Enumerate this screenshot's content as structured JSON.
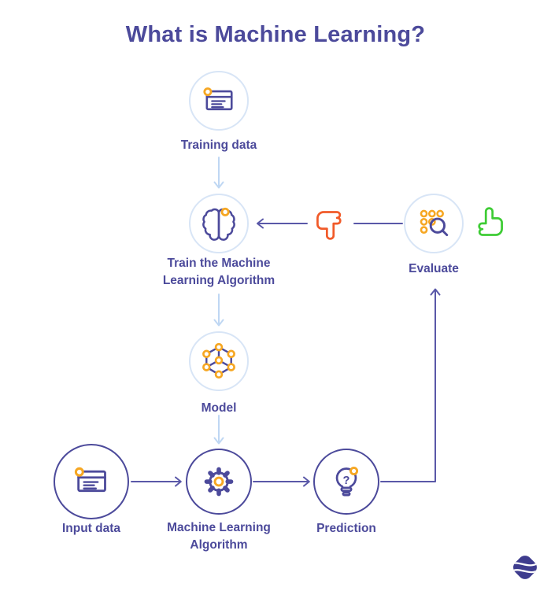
{
  "title": "What is Machine Learning?",
  "nodes": {
    "training_data": {
      "label": "Training data",
      "icon": "window-icon"
    },
    "train": {
      "label": "Train the Machine Learning Algorithm",
      "icon": "brain-icon"
    },
    "evaluate": {
      "label": "Evaluate",
      "icon": "dots-magnifier-icon"
    },
    "model": {
      "label": "Model",
      "icon": "network-cube-icon"
    },
    "input_data": {
      "label": "Input data",
      "icon": "window-icon"
    },
    "ml_algorithm": {
      "label": "Machine Learning Algorithm",
      "icon": "gear-icon"
    },
    "prediction": {
      "label": "Prediction",
      "icon": "lightbulb-question-icon",
      "glyph": "?"
    }
  },
  "feedback": {
    "negative_icon": "thumbs-down-icon",
    "positive_icon": "thumbs-up-icon"
  },
  "flow": [
    {
      "from": "Training data",
      "to": "Train the Machine Learning Algorithm"
    },
    {
      "from": "Train the Machine Learning Algorithm",
      "to": "Model"
    },
    {
      "from": "Model",
      "to": "Machine Learning Algorithm"
    },
    {
      "from": "Input data",
      "to": "Machine Learning Algorithm"
    },
    {
      "from": "Machine Learning Algorithm",
      "to": "Prediction"
    },
    {
      "from": "Prediction",
      "to": "Evaluate"
    },
    {
      "from": "Evaluate",
      "to": "Train the Machine Learning Algorithm"
    }
  ],
  "colors": {
    "indigo": "#4C4A9B",
    "arrow_indigo": "#5A58A8",
    "circle_light_blue": "#D8E5F6",
    "arrow_light_blue": "#BFD7F3",
    "orange": "#F6A723",
    "thumbs_down_red": "#F15B2A",
    "thumbs_up_green": "#3ECC35",
    "logo_indigo": "#3E3C8E",
    "background": "#FFFFFF"
  },
  "brand": {
    "icon": "brand-logo"
  }
}
